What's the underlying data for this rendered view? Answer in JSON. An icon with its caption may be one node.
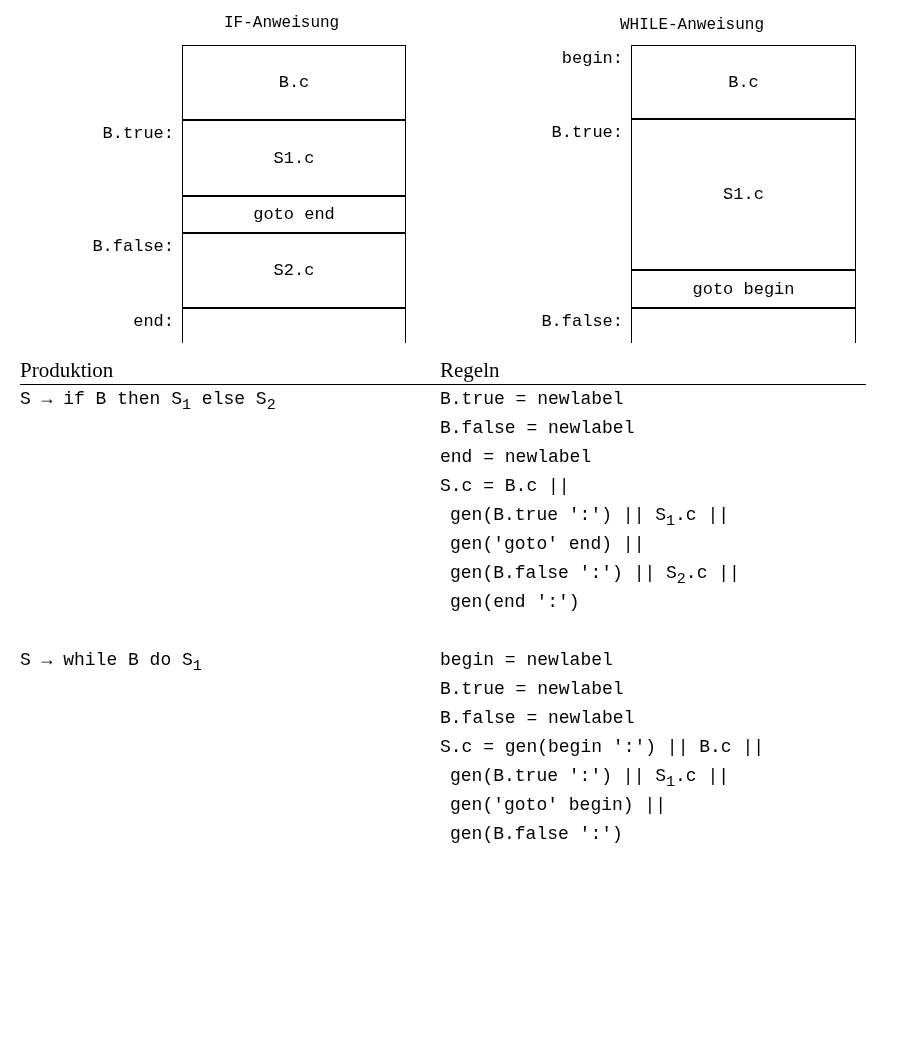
{
  "diagram": {
    "nodes": [
      {
        "text": [
          "B.c"
        ]
      },
      {
        "text": [
          "S1.c"
        ],
        "beside": [
          "B.true:"
        ]
      },
      {
        "text": [
          "goto end"
        ]
      },
      {
        "text": [
          "S2.c"
        ],
        "beside": [
          "B.false:"
        ]
      },
      {
        "text": [],
        "shape": "box",
        "beside": [
          "end:"
        ]
      },
      {
        "text": [
          "B.c"
        ],
        "beside": [
          "begin:"
        ]
      },
      {
        "text": [
          "S1.c"
        ],
        "beside": [
          "B.true:"
        ]
      },
      {
        "text": [
          "goto begin"
        ]
      },
      {
        "text": [],
        "shape": "box",
        "beside": [
          "B.false:"
        ]
      }
    ],
    "labels": [
      "IF-Anweisung",
      "WHILE-Anweisung",
      "Produktion",
      "Regeln",
      "S → if B then S$_{1}$ else S$_{2}$",
      "B.true = newlabel",
      "B.false = newlabel",
      "end = newlabel",
      "S.c = B.c ||",
      "gen(B.true ':') || S$_{1}$.c ||",
      "gen('goto' end) ||",
      "gen(B.false ':') || S$_{2}$.c ||",
      "gen(end ':')",
      "S → while B do S$_{1}$",
      "begin = newlabel",
      "B.true = newlabel",
      "B.false = newlabel",
      "S.c = gen(begin ':') || B.c ||",
      "gen(B.true ':') || S$_{1}$.c ||",
      "gen('goto' begin) ||",
      "gen(B.false ':')"
    ]
  }
}
